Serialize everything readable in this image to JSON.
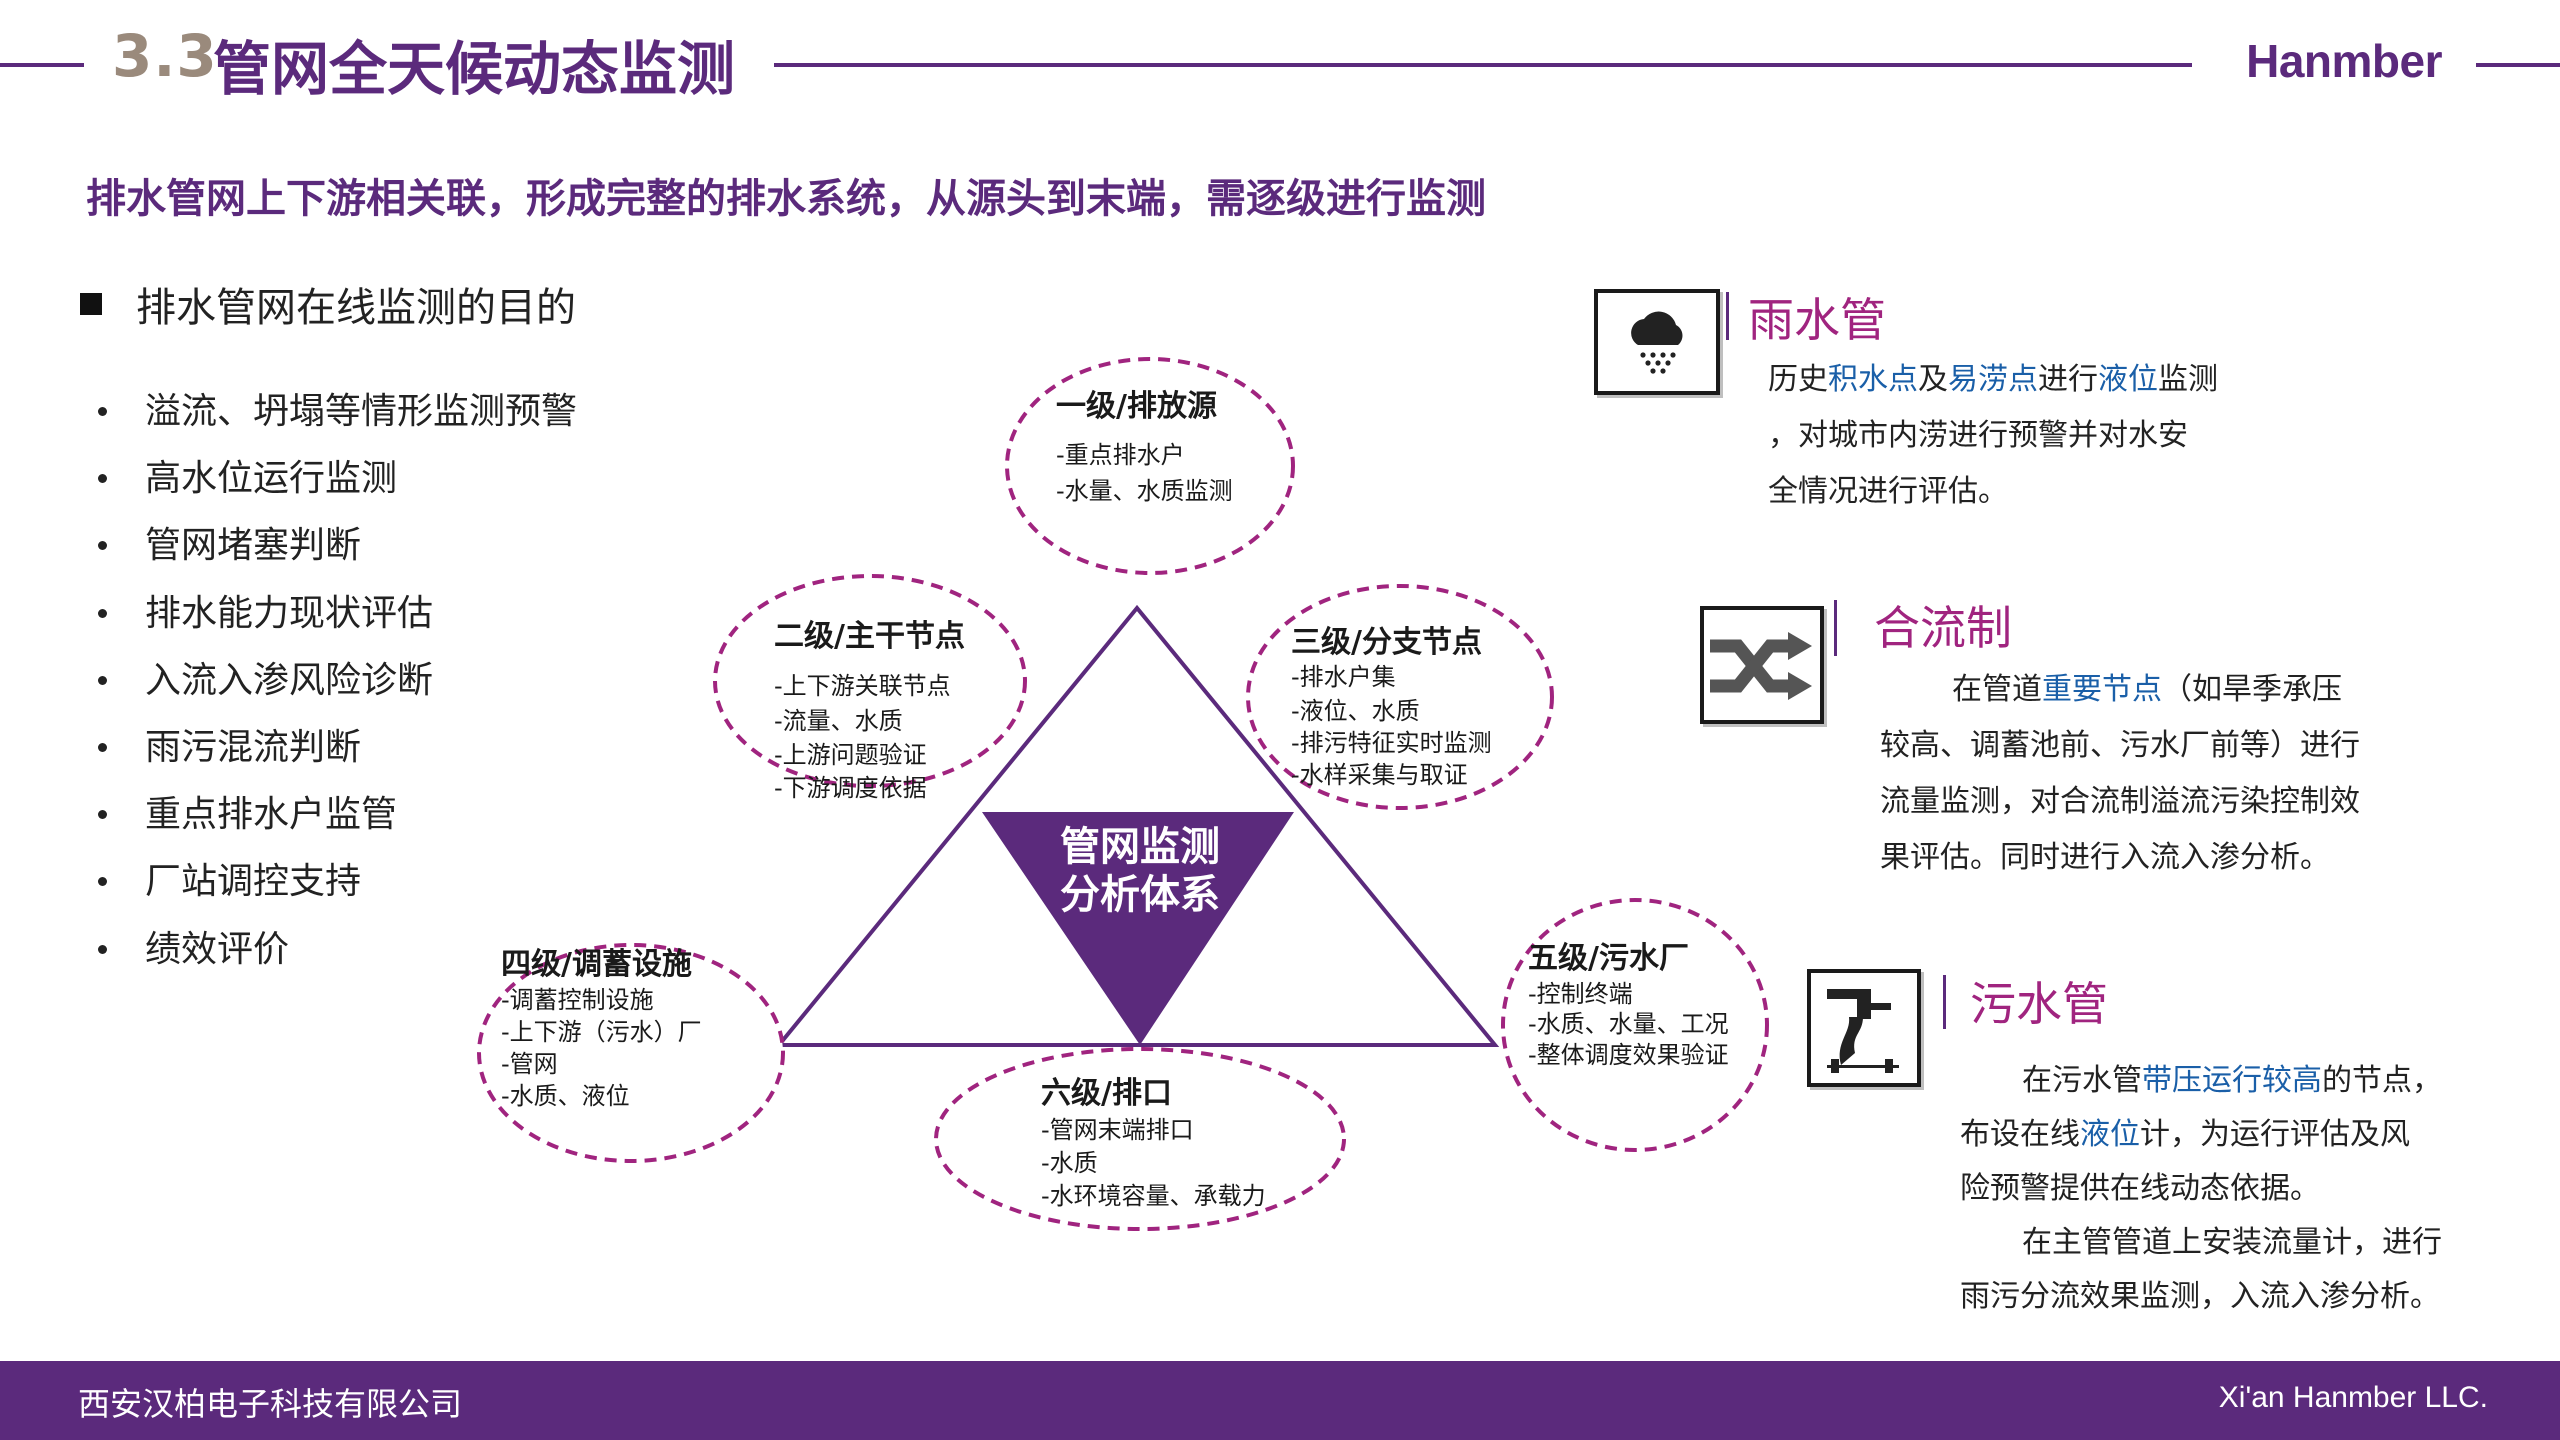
{
  "header": {
    "section_number": "3.3",
    "title": "管网全天候动态监测",
    "brand": "Hanmber"
  },
  "subtitle": "排水管网上下游相关联，形成完整的排水系统，从源头到末端，需逐级进行监测",
  "purpose": {
    "heading": "排水管网在线监测的目的",
    "items": [
      "溢流、坍塌等情形监测预警",
      "高水位运行监测",
      "管网堵塞判断",
      "排水能力现状评估",
      "入流入渗风险诊断",
      "雨污混流判断",
      "重点排水户监管",
      "厂站调控支持",
      "绩效评价"
    ]
  },
  "diagram": {
    "center_label": [
      "管网监测",
      "分析体系"
    ],
    "nodes": [
      {
        "title": "一级/排放源",
        "items": [
          "重点排水户",
          "水量、水质监测"
        ]
      },
      {
        "title": "二级/主干节点",
        "items": [
          "上下游关联节点",
          "流量、水质",
          "上游问题验证",
          "下游调度依据"
        ]
      },
      {
        "title": "三级/分支节点",
        "items": [
          "排水户集",
          "液位、水质",
          "排污特征实时监测",
          "水样采集与取证"
        ]
      },
      {
        "title": "四级/调蓄设施",
        "items": [
          "调蓄控制设施",
          "上下游（污水）厂",
          "管网",
          "水质、液位"
        ]
      },
      {
        "title": "五级/污水厂",
        "items": [
          "控制终端",
          "水质、水量、工况",
          "整体调度效果验证"
        ]
      },
      {
        "title": "六级/排口",
        "items": [
          "管网末端排口",
          "水质",
          "水环境容量、承载力"
        ]
      }
    ],
    "colors": {
      "purple": "#5b2a7c",
      "dash": "#a0247f"
    }
  },
  "rain": {
    "title": "雨水管",
    "icon": "rain-cloud-icon",
    "lines": [
      [
        {
          "t": "历史"
        },
        {
          "t": "积水点",
          "hl": true
        },
        {
          "t": "及"
        },
        {
          "t": "易涝点",
          "hl": true
        },
        {
          "t": "进行"
        },
        {
          "t": "液位",
          "hl": true
        },
        {
          "t": "监测"
        }
      ],
      [
        {
          "t": "，对城市内涝进行预警并对水安"
        }
      ],
      [
        {
          "t": "全情况进行评估。"
        }
      ]
    ]
  },
  "combined": {
    "title": "合流制",
    "icon": "shuffle-arrows-icon",
    "lines": [
      [
        {
          "t": "在管道"
        },
        {
          "t": "重要节点",
          "hl": true
        },
        {
          "t": "（如旱季承压"
        }
      ],
      [
        {
          "t": "较高、调蓄池前、污水厂前等）进行"
        }
      ],
      [
        {
          "t": "流量监测，对合流制溢流污染控制效"
        }
      ],
      [
        {
          "t": "果评估。同时进行入流入渗分析。"
        }
      ]
    ]
  },
  "sewage": {
    "title": "污水管",
    "icon": "sewage-pipe-icon",
    "lines": [
      [
        {
          "t": "在污水管"
        },
        {
          "t": "带压运行较高",
          "hl": true
        },
        {
          "t": "的节点，"
        }
      ],
      [
        {
          "t": "布设在线"
        },
        {
          "t": "液位",
          "hl": true
        },
        {
          "t": "计，为运行评估及风"
        }
      ],
      [
        {
          "t": "险预警提供在线动态依据。"
        }
      ],
      [
        {
          "t": "在主管管道上安装流量计，进行"
        }
      ],
      [
        {
          "t": "雨污分流效果监测，入流入渗分析。"
        }
      ]
    ]
  },
  "footer": {
    "company": "西安汉柏电子科技有限公司",
    "company_en": "Xi'an Hanmber LLC."
  }
}
